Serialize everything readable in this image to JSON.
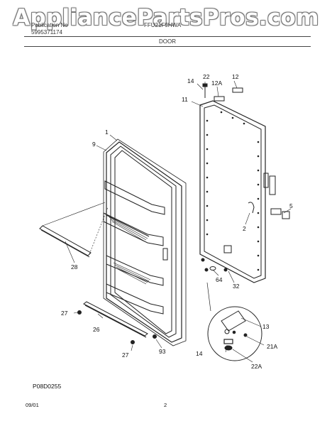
{
  "watermark": {
    "text": "AppliancePartsPros.com",
    "icon": "watermark-logo-text"
  },
  "header": {
    "left_line1": "Publication No",
    "left_line2": "5995371174",
    "model": "FFU21F9HWA",
    "section": "DOOR"
  },
  "diagram": {
    "part_labels": [
      "22",
      "12",
      "14",
      "12A",
      "11",
      "1",
      "9",
      "5",
      "2",
      "28",
      "64",
      "32",
      "13",
      "27",
      "26",
      "93",
      "21A",
      "14",
      "22A",
      "27"
    ],
    "drawing_code": "P08D0255"
  },
  "footer": {
    "date": "09/01",
    "page": "2"
  }
}
